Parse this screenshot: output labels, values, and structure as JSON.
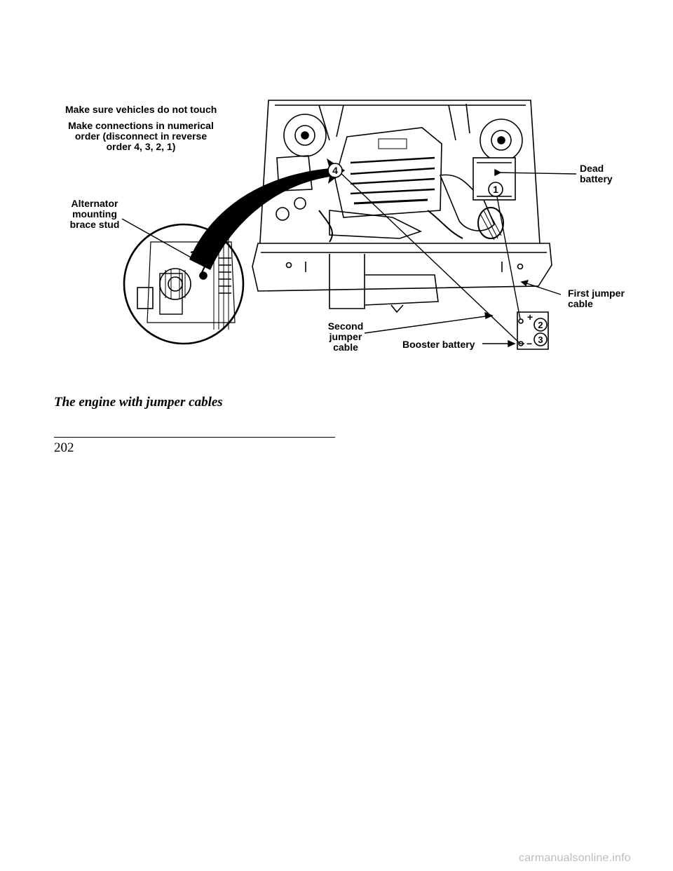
{
  "labels": {
    "no_touch": "Make sure vehicles do not touch",
    "order_line1": "Make connections in numerical",
    "order_line2": "order (disconnect in reverse",
    "order_line3": "order 4, 3, 2, 1)",
    "alt_line1": "Alternator",
    "alt_line2": "mounting",
    "alt_line3": "brace stud",
    "dead_line1": "Dead",
    "dead_line2": "battery",
    "first_line1": "First jumper",
    "first_line2": "cable",
    "second_line1": "Second",
    "second_line2": "jumper",
    "second_line3": "cable",
    "booster": "Booster battery"
  },
  "markers": {
    "one": "1",
    "two": "2",
    "three": "3",
    "four": "4",
    "plus": "+",
    "minus": "−"
  },
  "caption": "The engine with jumper cables",
  "page_number": "202",
  "watermark": "carmanualsonline.info"
}
